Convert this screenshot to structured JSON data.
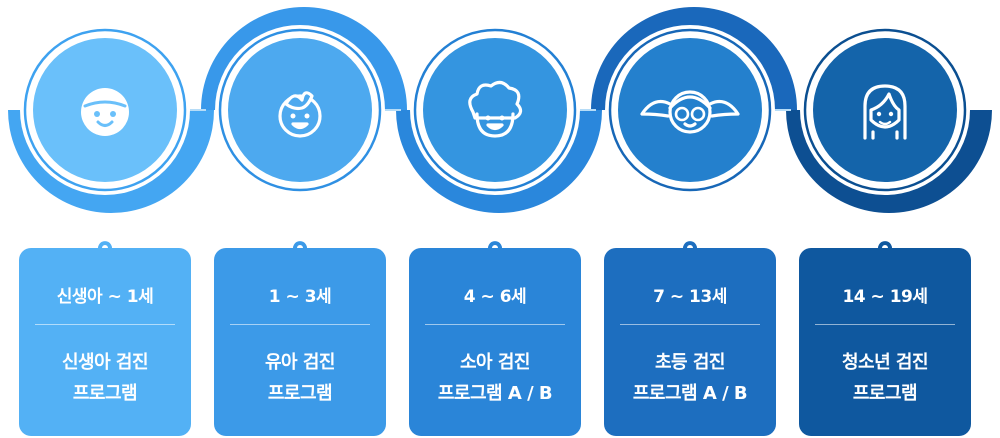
{
  "stages": [
    {
      "age": "신생아 ~ 1세",
      "program_line1": "신생아 검진",
      "program_line2": "프로그램",
      "icon": "newborn-face-icon",
      "card_color": "#53b1f5",
      "circle_color": "#6ac0fa",
      "ring_color": "#3ea2f0"
    },
    {
      "age": "1 ~ 3세",
      "program_line1": "유아 검진",
      "program_line2": "프로그램",
      "icon": "toddler-face-icon",
      "card_color": "#3c9ae8",
      "circle_color": "#4da9ef",
      "ring_color": "#2f90e3"
    },
    {
      "age": "4 ~ 6세",
      "program_line1": "소아 검진",
      "program_line2": "프로그램 A / B",
      "icon": "curly-hair-child-icon",
      "card_color": "#2a85d8",
      "circle_color": "#3495e0",
      "ring_color": "#2380d4"
    },
    {
      "age": "7 ~ 13세",
      "program_line1": "초등 검진",
      "program_line2": "프로그램 A / B",
      "icon": "pigtail-girl-glasses-icon",
      "card_color": "#1d6ebf",
      "circle_color": "#2480cd",
      "ring_color": "#1767b7"
    },
    {
      "age": "14 ~ 19세",
      "program_line1": "청소년 검진",
      "program_line2": "프로그램",
      "icon": "teen-long-hair-icon",
      "card_color": "#0f589f",
      "circle_color": "#1464aa",
      "ring_color": "#0b4f91"
    }
  ]
}
